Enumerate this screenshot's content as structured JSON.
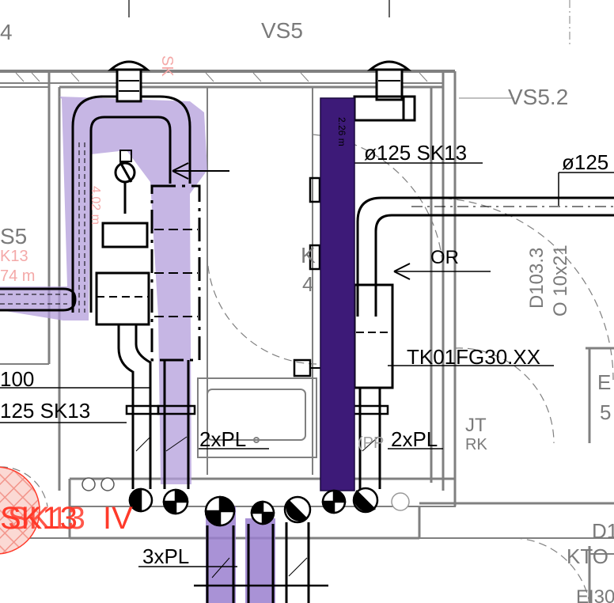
{
  "labels": {
    "vs5_gray": "VS5",
    "vs52_gray": "VS5.2",
    "four_gray": "4",
    "s5_gray": "S5",
    "d1033_gray": "D103.3",
    "o10x21_gray": "O 10x21",
    "jt_gray": "JT",
    "rk_gray": "RK",
    "d1_gray": "D1",
    "kto_gray": "KTO",
    "e_gray": "E",
    "five_gray": "5",
    "ei30_gray": "EI30",
    "pipe_125_sk13_top": "ø125  SK13",
    "pipe_125_right": "ø125",
    "or": "OR",
    "tk01fg30": "TK01FG30.XX",
    "hundred": "100",
    "pipe_125_sk13_left": "125  SK13",
    "twoxpl_left": "2xPL",
    "twoxpl_right": "2xPL",
    "threexpl": "3xPL",
    "pp": "(PP",
    "k_gray": "K",
    "four_mid_gray": "4",
    "sk13_red": "SK13",
    "iv_red": "IV",
    "k13_pink": "K13",
    "m74_pink": "74 m",
    "sk_rot_pink": "SK",
    "dim_vertical": "2.26 m",
    "dim_pink_4": "4.02 m"
  },
  "colors": {
    "wall": "#7f7f7f",
    "ink": "#000000",
    "highlight_light": "#b39ddb",
    "highlight_dark": "#3d1a78",
    "red": "#ff3a2a",
    "pink": "#f4a9a8",
    "gray_text": "#7a7a7a"
  }
}
